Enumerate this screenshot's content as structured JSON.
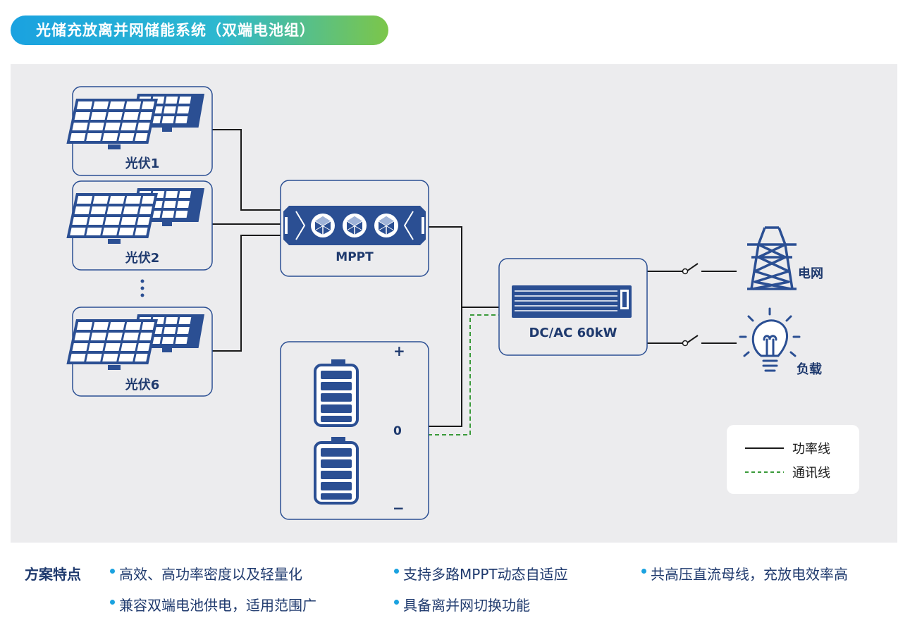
{
  "title": "光储充放离并网储能系统（双端电池组）",
  "diagram": {
    "pv_labels": [
      "光伏1",
      "光伏2",
      "光伏6"
    ],
    "mppt_label": "MPPT",
    "inverter_label": "DC/AC 60kW",
    "grid_label": "电网",
    "load_label": "负载",
    "battery_terminals": [
      "+",
      "0",
      "−"
    ],
    "legend": {
      "power_line": "功率线",
      "comm_line": "通讯线"
    },
    "colors": {
      "primary": "#2b4f93",
      "comm": "#3a9a3a",
      "panel_bg": "#ececee",
      "accent": "#1aa2e0"
    }
  },
  "features": {
    "title": "方案特点",
    "items": [
      "高效、高功率密度以及轻量化",
      "支持多路MPPT动态自适应",
      "共高压直流母线，充放电效率高",
      "兼容双端电池供电，适用范围广",
      "具备离并网切换功能"
    ]
  }
}
